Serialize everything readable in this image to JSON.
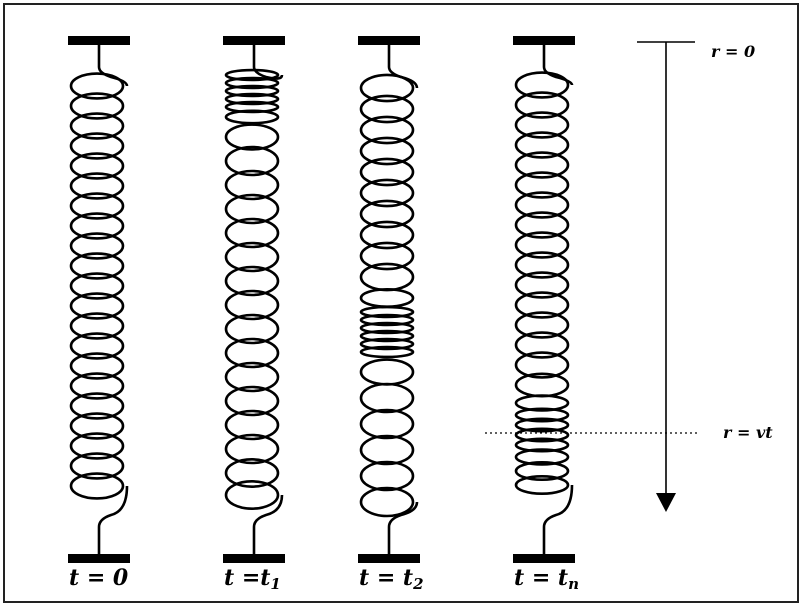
{
  "springs": [
    {
      "id": "t0",
      "label": {
        "base": "t = 0",
        "sub": ""
      },
      "coils": [
        81,
        101,
        121,
        141,
        161,
        181,
        201,
        221,
        241,
        261,
        281,
        301,
        321,
        341,
        361,
        381,
        401,
        421,
        441,
        461,
        481
      ]
    },
    {
      "id": "t1",
      "label": {
        "base": "t =t",
        "sub": "1"
      },
      "coils": [
        70,
        78,
        86,
        94,
        102,
        112,
        132,
        156,
        180,
        204,
        228,
        252,
        276,
        300,
        324,
        348,
        372,
        396,
        420,
        444,
        468,
        490
      ]
    },
    {
      "id": "t2",
      "label": {
        "base": "t = t",
        "sub": "2"
      },
      "coils": [
        83,
        104,
        125,
        146,
        167,
        188,
        209,
        230,
        251,
        272,
        293,
        307,
        315,
        323,
        331,
        339,
        347,
        367,
        393,
        419,
        445,
        471,
        497
      ]
    },
    {
      "id": "tn",
      "label": {
        "base": "t = t",
        "sub": "n"
      },
      "coils": [
        80,
        100,
        120,
        140,
        160,
        180,
        200,
        220,
        240,
        260,
        280,
        300,
        320,
        340,
        360,
        380,
        398,
        410,
        420,
        430,
        440,
        452,
        466,
        480
      ]
    }
  ],
  "axis": {
    "top_label": "r = 0",
    "mid_label": "r = vt"
  },
  "colors": {
    "ink": "#000000",
    "frame": "#222222"
  }
}
